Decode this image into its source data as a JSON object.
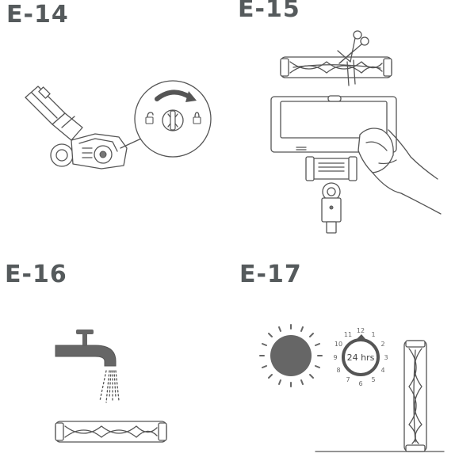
{
  "steps": [
    {
      "id": "E-14"
    },
    {
      "id": "E-15"
    },
    {
      "id": "E-16"
    },
    {
      "id": "E-17"
    }
  ],
  "clock": {
    "center_label": "24 hrs",
    "hours": [
      "12",
      "1",
      "2",
      "3",
      "4",
      "5",
      "6",
      "7",
      "8",
      "9",
      "10",
      "11"
    ]
  },
  "colors": {
    "label": "#555a5c",
    "line": "#555555",
    "sun": "#666666"
  }
}
